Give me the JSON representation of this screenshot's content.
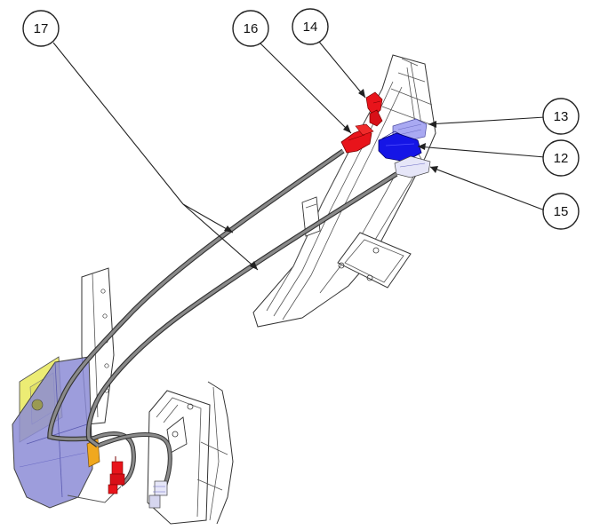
{
  "callouts": [
    {
      "id": "c17",
      "label": "17"
    },
    {
      "id": "c16",
      "label": "16"
    },
    {
      "id": "c14",
      "label": "14"
    },
    {
      "id": "c13",
      "label": "13"
    },
    {
      "id": "c12",
      "label": "12"
    },
    {
      "id": "c15",
      "label": "15"
    }
  ],
  "colors": {
    "red_connector": "#e8141b",
    "blue_connector": "#1515e6",
    "lavender_connector": "#a9a9f2",
    "white_connector": "#e6e6f8",
    "yellow_panel": "#ecec74",
    "purple_panel": "#8c8cd6",
    "orange_part": "#f0a81e",
    "cable": "#8a8a8a"
  }
}
